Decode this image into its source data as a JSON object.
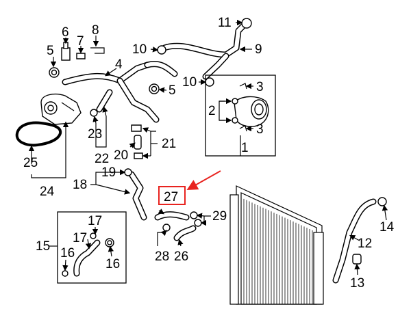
{
  "diagram": {
    "callouts": {
      "c1": "1",
      "c2": "2",
      "c3a": "3",
      "c3b": "3",
      "c4": "4",
      "c5a": "5",
      "c5b": "5",
      "c6": "6",
      "c7": "7",
      "c8": "8",
      "c9": "9",
      "c10a": "10",
      "c10b": "10",
      "c11": "11",
      "c12": "12",
      "c13": "13",
      "c14": "14",
      "c15": "15",
      "c16a": "16",
      "c16b": "16",
      "c17a": "17",
      "c17b": "17",
      "c18": "18",
      "c19": "19",
      "c20": "20",
      "c21": "21",
      "c22": "22",
      "c23": "23",
      "c24": "24",
      "c25": "25",
      "c26": "26",
      "c27": "27",
      "c28": "28",
      "c29": "29"
    },
    "highlight": {
      "part": "c27",
      "color": "#e8231f"
    }
  }
}
